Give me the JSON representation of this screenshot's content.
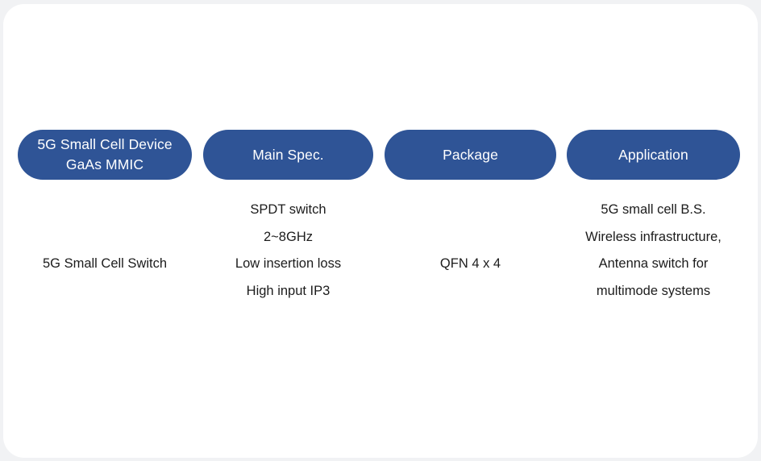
{
  "page": {
    "background_color": "#f1f2f4",
    "card_color": "#ffffff",
    "accent_color": "#2f5496",
    "text_color": "#1c1c1c"
  },
  "columns": [
    {
      "id": "device",
      "header": "5G Small Cell Device\nGaAs MMIC",
      "lines": [
        "5G Small Cell Switch"
      ]
    },
    {
      "id": "main-spec",
      "header": "Main Spec.",
      "lines": [
        "SPDT switch",
        "2~8GHz",
        "Low insertion loss",
        "High input IP3"
      ]
    },
    {
      "id": "package",
      "header": "Package",
      "lines": [
        "QFN 4 x 4"
      ]
    },
    {
      "id": "application",
      "header": "Application",
      "lines": [
        "5G small cell B.S.",
        "Wireless infrastructure,",
        "Antenna switch for",
        "multimode systems"
      ]
    }
  ]
}
